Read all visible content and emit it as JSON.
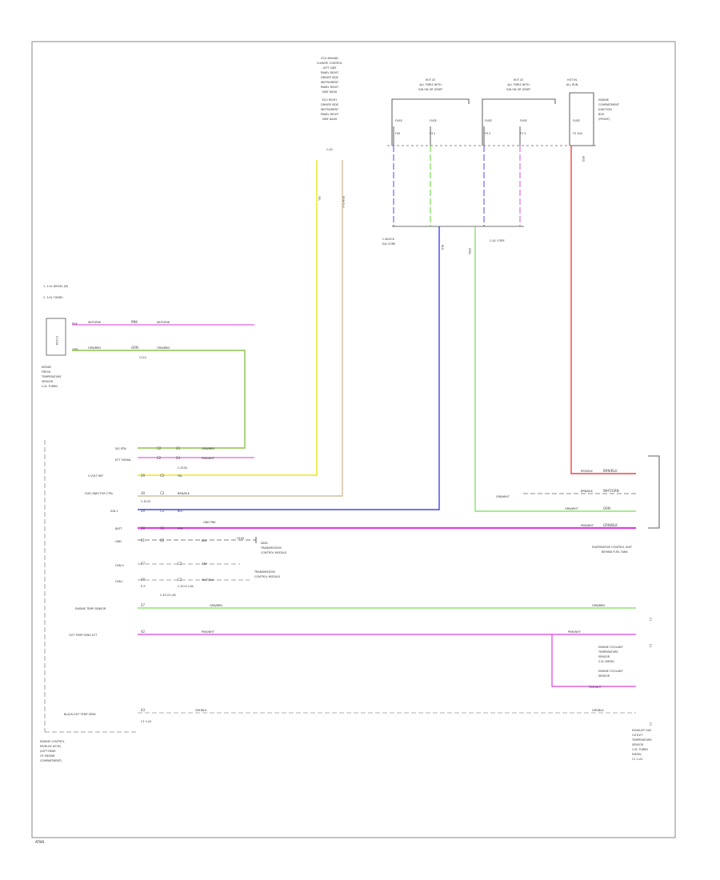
{
  "diagram": {
    "footer_code": "ATWS",
    "top_module_a": {
      "lines": [
        "ECU BEHIND",
        "CLIMATE CONTROL",
        "LEFT SIDE",
        "PANEL RIGHT",
        "DRIVER SIDE",
        "INSTRUMENT",
        "PANEL RIGHT",
        "SIDE DASH",
        "ECU RIGHT",
        "DRIVER SIDE",
        "INSTRUMENT",
        "PANEL RIGHT",
        "SIDE DASH"
      ],
      "pin_label": "C-A1",
      "wire_1_color": "YEL",
      "wire_2_color": "BRN/BLK"
    },
    "fuse_block_1": {
      "lines": [
        "HOT AT",
        "ALL TIMES WITH",
        "IGN ON OR START"
      ],
      "fuses": [
        {
          "name": "FUSE",
          "num": "F40"
        },
        {
          "name": "FUSE",
          "num": "F3 2"
        }
      ],
      "wire_colors": [
        "BLU",
        "GRN"
      ]
    },
    "fuse_block_2": {
      "lines": [
        "HOT AT",
        "ALL TIMES WITH",
        "IGN ON OR START"
      ],
      "fuses": [
        {
          "name": "FUSE",
          "num": "F9 2"
        },
        {
          "name": "FUSE",
          "num": "F2 3"
        }
      ],
      "wire_colors": [
        "BLU",
        "PNK"
      ]
    },
    "fuse_block_3": {
      "lines": [
        "HOT IN",
        "ALL RUN"
      ],
      "fuses": [
        {
          "name": "FUSE",
          "num": "F3 10A"
        }
      ],
      "side_lines": [
        "ENGINE",
        "COMPARTMENT",
        "JUNCTION",
        "BOX",
        "(FRONT)"
      ],
      "wire_color": "RED"
    },
    "splice_labels": [
      "C-BLOCK",
      "E/A CORE",
      "C-A1 CORE"
    ],
    "mid_wire_labels": [
      "BLU",
      "GRN"
    ],
    "left_sensor": {
      "notes": [
        "1. 2.0L DIESEL (M)",
        "2. 3.0L TURBO"
      ],
      "connector": "C1234",
      "pin_1": "PNK",
      "pin_2": "GRN",
      "lines": [
        "INTAKE",
        "FRESH",
        "TEMPERATURE",
        "SENSOR",
        "2.0L TURBO"
      ],
      "pin_wires": [
        "WHT/PNK",
        "WHT/PNK",
        "GRN/BRN",
        "GRN/BRN"
      ],
      "junction_label": "C114"
    },
    "ecm_pins": [
      {
        "label": "SIG RTN",
        "pin": "23",
        "conn": "C2",
        "wire": "GRN/BRN",
        "color": "#8bc34a"
      },
      {
        "label": "ECT SIGNAL",
        "pin": "24",
        "conn": "C2",
        "wire": "PNK/WHT",
        "color": "#e040e0"
      },
      {
        "label": "5 VOLT REF",
        "pin": "29",
        "conn": "C2",
        "wire": "YEL",
        "color": "#e8e818"
      },
      {
        "label": "FUEL INJECTOR CTRL",
        "pin": "30",
        "conn": "C2",
        "wire": "BRN/BLK",
        "color": "#b5a27a"
      },
      {
        "label": "IGN 1",
        "pin": "20",
        "conn": "C2",
        "wire": "BLU",
        "color": "#4444ee"
      },
      {
        "label": "BATT",
        "pin": "28",
        "conn": "C2",
        "wire": "PNK",
        "color": "#e040e0"
      },
      {
        "label": "GND",
        "pin": "31",
        "conn": "C2",
        "wire": "BLK",
        "color": "#333333"
      },
      {
        "label": "CAN H",
        "pin": "47",
        "conn": "C2",
        "wire": "GRY",
        "color": "#999999"
      },
      {
        "label": "CAN L",
        "pin": "48",
        "conn": "C2",
        "wire": "WHT/BLU",
        "color": "#999999"
      }
    ],
    "ecm_sub_labels": [
      "C-E150",
      "C-E125",
      "E-9",
      "C-E112 L/W",
      "C-E113 L/W"
    ],
    "ground_labels": {
      "g1": "G100",
      "g2": "GND PNK"
    },
    "network_labels": {
      "line1": [
        "DATA",
        "TRANSMISSION",
        "CONTROL MODULE"
      ],
      "line2": [
        "TRANSMISSION",
        "CONTROL MODULE"
      ]
    },
    "right_module": {
      "lines": [
        "EVAPORATIVE CONTROL UNIT",
        "BEHIND FUEL TANK"
      ],
      "wires": [
        "RED/BLK",
        "BRN/BLK",
        "GRN/WHT",
        "PNK/WHT"
      ],
      "left_label": "GRN/WHT",
      "right_pin_labels": [
        "BRN/BLU",
        "WHT/GRN",
        "GRN",
        "GRN/BLK"
      ]
    },
    "sensor_wires": [
      {
        "label": "ENGINE TEMP SENSOR",
        "pin": "27",
        "wire": "GRN/BRN",
        "end_wire": "GRN/BRN",
        "color": "#8bc34a"
      },
      {
        "label": "OUT TEMP SENS ECT",
        "pin": "42",
        "wire": "PNK/WHT",
        "end_wire": "PNK/WHT",
        "color": "#e040e0"
      },
      {
        "label": "BLACK-OUT TEMP SENS",
        "pin": "43",
        "wire": "GRY/BLK",
        "end_wire": "GRY/BLK",
        "color": "#999999"
      }
    ],
    "ect_sensor": {
      "lines": [
        "ENGINE COOLANT",
        "TEMPERATURE",
        "SENSOR",
        "2.0L DIESEL",
        "ENGINE COOLANT",
        "SENSOR"
      ],
      "lower_wire": "PNK/WHT"
    },
    "bottom_sensor": {
      "lines": [
        "EXHAUST GAS",
        "OUTLET",
        "TEMPERATURE",
        "SENSOR",
        "2.0L TURBO",
        "DIESEL"
      ],
      "connector": "C1 C-A1"
    },
    "ecm_name": [
      "ENGINE CONTROL",
      "MODULE (ECM)",
      "(LEFT REAR",
      "OF ENGINE",
      "COMPARTMENT)"
    ]
  }
}
